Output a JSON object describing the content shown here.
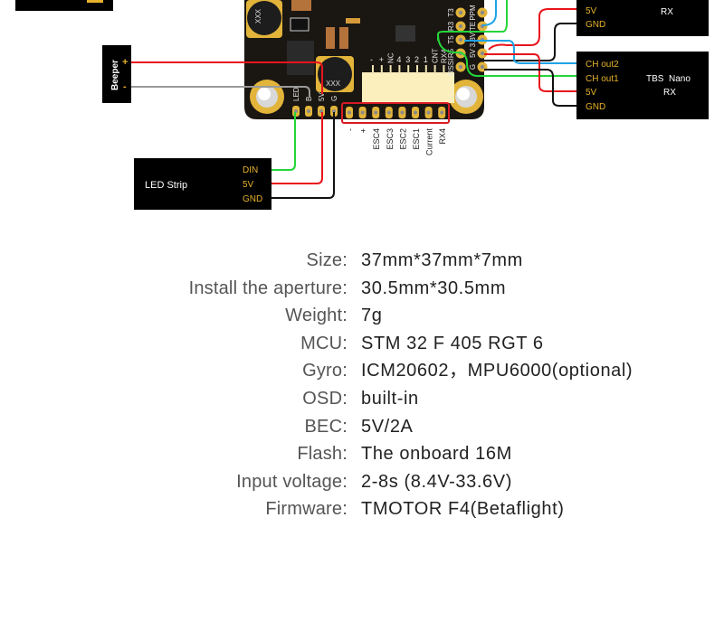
{
  "diagram": {
    "colors": {
      "board": "#1a1612",
      "pad": "#e2b43a",
      "label_box": "#000000",
      "box_text": "#e6b22c",
      "wire_red": "#e8141c",
      "wire_black": "#111111",
      "wire_green": "#25d63a",
      "wire_blue": "#1ea3e6",
      "wire_gray": "#9a9a9a",
      "highlight_red": "#d81b24"
    },
    "beeper": {
      "title": "Beeper",
      "plus": "+",
      "minus": "-"
    },
    "led_strip": {
      "title": "LED Strip",
      "pins": [
        "DIN",
        "5V",
        "GND"
      ]
    },
    "top_rx": {
      "title": "RX",
      "pins": [
        "5V",
        "GND"
      ]
    },
    "tbs_rx": {
      "title_line1": "TBS  Nano",
      "title_line2": "RX",
      "pins": [
        "CH out2",
        "CH out1",
        "5V",
        "GND"
      ]
    },
    "board_left_pads": [
      "LED",
      "B",
      "5V",
      "G"
    ],
    "bottom_pads": [
      "-",
      "+",
      "ESC4",
      "ESC3",
      "ESC2",
      "ESC1",
      "Current",
      "RX4"
    ],
    "connector_pins": [
      "-",
      "+",
      "NC",
      "4",
      "3",
      "2",
      "1",
      "CNT",
      "RX4"
    ],
    "right_pads_col1": [
      "T3",
      "R3",
      "T5",
      "R5",
      "RSSI"
    ],
    "right_pads_col2": [
      "PPM",
      "TE",
      "3.3V",
      "5V",
      "G"
    ],
    "chip_marks": [
      "XXX",
      "XXX"
    ]
  },
  "specs": [
    {
      "label": "Size:",
      "value": "37mm*37mm*7mm"
    },
    {
      "label": "Install the aperture:",
      "value": "30.5mm*30.5mm"
    },
    {
      "label": "Weight:",
      "value": "7g"
    },
    {
      "label": "MCU:",
      "value": "STM 32 F 405 RGT 6"
    },
    {
      "label": "Gyro:",
      "value": "ICM20602，MPU6000(optional)"
    },
    {
      "label": "OSD:",
      "value": "built-in"
    },
    {
      "label": "BEC:",
      "value": "5V/2A"
    },
    {
      "label": "Flash:",
      "value": "The onboard 16M"
    },
    {
      "label": "Input voltage:",
      "value": "2-8s (8.4V-33.6V)"
    },
    {
      "label": "Firmware:",
      "value": "TMOTOR F4(Betaflight)"
    }
  ]
}
